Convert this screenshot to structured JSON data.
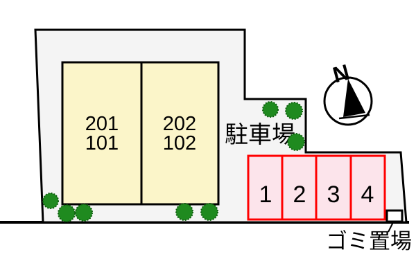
{
  "site_plan": {
    "buildings": [
      {
        "upper": "201",
        "lower": "101"
      },
      {
        "upper": "202",
        "lower": "102"
      }
    ],
    "parking": {
      "label": "駐車場",
      "stalls": [
        "1",
        "2",
        "3",
        "4"
      ]
    },
    "garbage": {
      "label": "ゴミ置場"
    },
    "compass": {
      "north_label": "N"
    },
    "icons": {
      "tree": "tree-icon",
      "compass": "compass-north-icon",
      "garbage_box": "garbage-box-marker"
    },
    "colors": {
      "background": "#ffffff",
      "site_fill": "#f4f4f4",
      "outline": "#000000",
      "building_fill": "#fbf5c9",
      "parking_fill": "#fce4eb",
      "parking_border": "#ff0000",
      "tree_green": "#1f8a1f",
      "tree_green_dark": "#0e5e0e"
    }
  }
}
